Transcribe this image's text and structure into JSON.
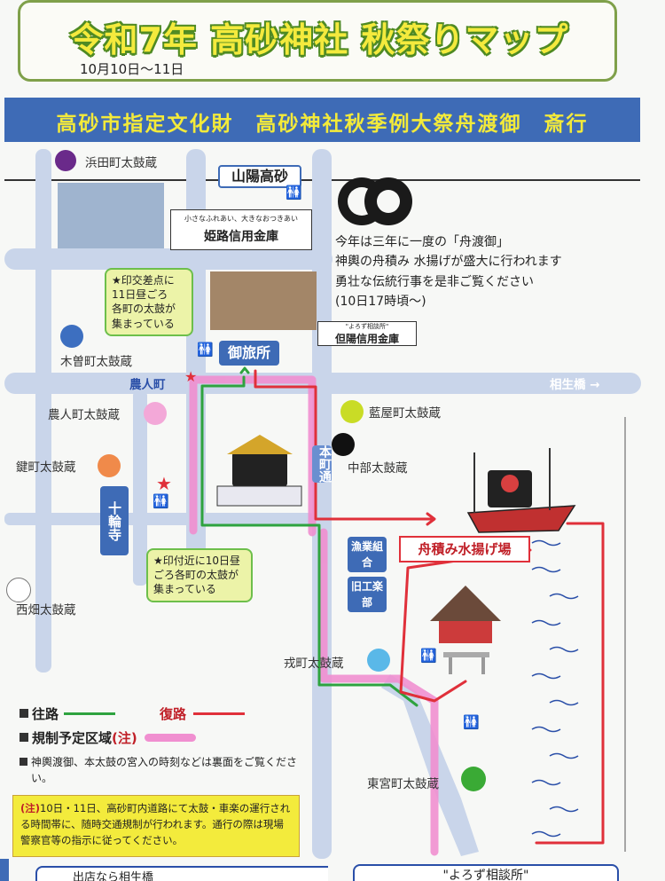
{
  "title": {
    "main": "令和7年 高砂神社 秋祭りマップ",
    "dates": "10月10日～11日"
  },
  "banner": "高砂市指定文化財　高砂神社秋季例大祭舟渡御　斎行",
  "places": {
    "sanyo_takasago": "山陽高砂",
    "otabisho": "御旅所",
    "nojincho": "農人町",
    "aioi_bridge": "相生橋 →",
    "motomachi_dori": "本町通",
    "jurinji": "十輪寺",
    "gyogyo_kumiai": "漁業組合",
    "old_kyurakubu": "旧工楽部",
    "funazumi": "舟積み水揚げ場"
  },
  "taikogura": [
    {
      "name": "浜田町太鼓蔵",
      "color": "#6a2a8a"
    },
    {
      "name": "木曽町太鼓蔵",
      "color": "#3d6fc0"
    },
    {
      "name": "農人町太鼓蔵",
      "color": "#f3a8d8"
    },
    {
      "name": "鍵町太鼓蔵",
      "color": "#f08a4a"
    },
    {
      "name": "西畑太鼓蔵",
      "color": "#ffffff"
    },
    {
      "name": "藍屋町太鼓蔵",
      "color": "#c9dc26"
    },
    {
      "name": "中部太鼓蔵",
      "color": "#111111"
    },
    {
      "name": "戎町太鼓蔵",
      "color": "#5ab8e8"
    },
    {
      "name": "東宮町太鼓蔵",
      "color": "#3aaa35"
    }
  ],
  "banks": {
    "himeji_slogan": "小さなふれあい、大きなおつきあい",
    "himeji_name": "姫路信用金庫",
    "tanyo_small": "\"よろず相談所\"",
    "tanyo_name": "但陽信用金庫"
  },
  "info_text": [
    "今年は三年に一度の「舟渡御」",
    "神輿の舟積み 水揚げが盛大に行われます",
    "勇壮な伝統行事を是非ご覧ください",
    "(10日17時頃～)"
  ],
  "gathering_notes": {
    "top": [
      "★印交差点に",
      "11日昼ごろ",
      "各町の太鼓が",
      "集まっている"
    ],
    "bottom": [
      "★印付近に10日昼",
      "ごろ各町の太鼓が",
      "集まっている"
    ]
  },
  "legend": {
    "outbound": "往路",
    "return": "復路",
    "restricted": "規制予定区域",
    "restricted_note": "(注)",
    "schedule_note": "神輿渡御、本太鼓の宮入の時刻などは裏面をご覧ください。"
  },
  "notice": {
    "prefix": "(注)",
    "text": "10日・11日、高砂町内道路にて太鼓・車楽の運行される時間帯に、随時交通規制が行われます。通行の際は現場警察官等の指示に従ってください。"
  },
  "bottom_fragments": [
    "出店なら相生橋",
    "\"よろず相談所\""
  ],
  "colors": {
    "outbound": "#2ea33f",
    "return": "#e0303a",
    "restricted": "#f08fd0",
    "road": "#c9d5ea",
    "banner": "#3e6bb6",
    "title_yellow": "#f4ea3d",
    "title_green": "#4f8a23"
  }
}
